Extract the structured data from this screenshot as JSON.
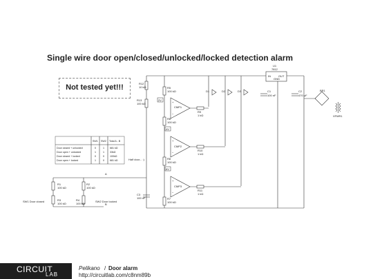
{
  "title": "Single wire door open/closed/unlocked/locked detection alarm",
  "note": "Not tested yet!!!",
  "footer": {
    "logo_top": "CIRCUIT",
    "logo_bottom": "LAB",
    "author": "Pelikano",
    "separator": "/",
    "project": "Door alarm",
    "url": "http://circuitlab.com/c8nm89b"
  },
  "table": {
    "headers": [
      "",
      "SW1",
      "SW2",
      "Total A - B"
    ],
    "rows": [
      [
        "Door closed + unlocked",
        "0",
        "1",
        "681 kΩ"
      ],
      [
        "Door open + unlocked",
        "1",
        "1",
        "33kΩ"
      ],
      [
        "Door closed + locked",
        "0",
        "0",
        "100kΩ"
      ],
      [
        "Door open + locked",
        "1",
        "0",
        "681 kΩ"
      ]
    ]
  },
  "components": {
    "opamps": [
      "CMP1",
      "CMP2",
      "CMP3"
    ],
    "u1": [
      "U1",
      "7812",
      "IN",
      "OUT",
      "GND"
    ],
    "r12": [
      "R12",
      "10 kΩ"
    ],
    "r13": [
      "R13",
      "100 kΩ"
    ],
    "r5": [
      "R5",
      "100 kΩ"
    ],
    "r6": [
      "R6",
      "100 kΩ"
    ],
    "r8": [
      "R8",
      "100 kΩ"
    ],
    "r7": [
      "R7",
      "100 kΩ"
    ],
    "r9": [
      "R9",
      "1 kΩ"
    ],
    "r10": [
      "R10",
      "1 kΩ"
    ],
    "r11": [
      "R11",
      "1 kΩ"
    ],
    "r1": [
      "R1",
      "100 kΩ"
    ],
    "r2": [
      "R2",
      "100 kΩ"
    ],
    "r3": [
      "R3",
      "100 kΩ"
    ],
    "r4": [
      "R4",
      "100 kΩ"
    ],
    "c1": [
      "C1",
      "100 nF"
    ],
    "c2": [
      "C2",
      "470 µF"
    ],
    "c3": [
      "C3",
      "100 nF"
    ],
    "d1": "D1",
    "d2": "D2",
    "d3": "D3",
    "br1": "BR1",
    "xfmr": "XFMR1",
    "sw1": "SW1 Door closed",
    "sw2": "SW2 Door locked",
    "half_door": "Half door... :)",
    "node_a": "A",
    "node_b": "B",
    "vref": [
      "2V",
      "4V",
      "6V"
    ],
    "pin_plus": "+",
    "pin_minus": "−"
  }
}
